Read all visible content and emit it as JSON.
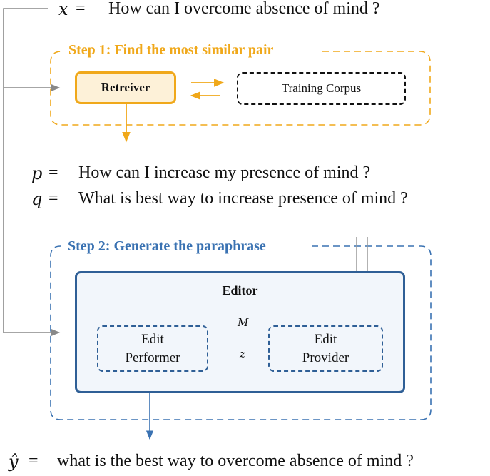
{
  "example": {
    "x_var": "x",
    "x_sentence": "How can I overcome absence of mind ?",
    "p_var": "p",
    "p_sentence": "How can I increase my presence of mind ?",
    "q_var": "q",
    "q_sentence": "What is best way to increase presence of mind ?",
    "y_var": "ŷ",
    "y_sentence": "what is the best way to overcome absence of mind ?",
    "equals": "="
  },
  "step1": {
    "title": "Step 1: Find the most similar pair",
    "retriever_label": "Retreiver",
    "corpus_label": "Training Corpus"
  },
  "step2": {
    "title": "Step 2: Generate the paraphrase",
    "editor_label": "Editor",
    "performer_line1": "Edit",
    "performer_line2": "Performer",
    "provider_line1": "Edit",
    "provider_line2": "Provider",
    "m_label": "M",
    "z_label": "z"
  },
  "colors": {
    "step1": "#f0a81a",
    "step2": "#3a72b2",
    "editor_border": "#2f5f96",
    "connector": "#777777"
  }
}
